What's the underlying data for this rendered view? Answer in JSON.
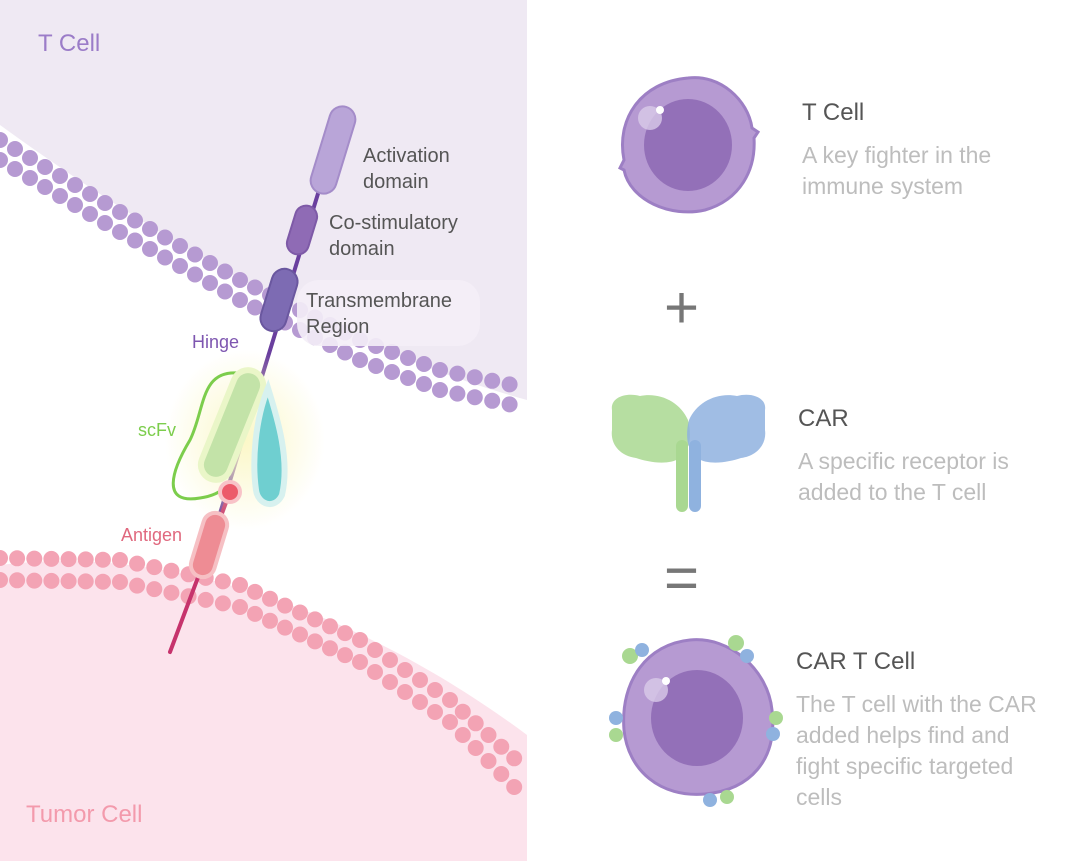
{
  "left": {
    "t_cell_label": "T Cell",
    "tumor_cell_label": "Tumor Cell",
    "activation_line1": "Activation",
    "activation_line2": "domain",
    "costim_line1": "Co-stimulatory",
    "costim_line2": "domain",
    "transmembrane_line1": "Transmembrane",
    "transmembrane_line2": "Region",
    "hinge": "Hinge",
    "scfv": "scFv",
    "antigen": "Antigen"
  },
  "right": {
    "items": [
      {
        "title": "T Cell",
        "desc": "A key fighter in the immune system"
      },
      {
        "title": "CAR",
        "desc": "A specific receptor is added to the T cell"
      },
      {
        "title": "CAR T Cell",
        "desc": "The T cell with the CAR added helps find and fight specific targeted cells"
      }
    ],
    "plus_symbol": "+",
    "equals_symbol": "="
  },
  "colors": {
    "t_cell_bg": "#efe9f3",
    "tumor_bg": "#fce3ec",
    "membrane_purple": "#b69ad2",
    "membrane_pink": "#f3a3b4",
    "cell_purple": "#a988cc",
    "cell_nucleus": "#8f6bb5",
    "scfv_green": "#8fcf5f",
    "scfv_teal": "#6fcfd0",
    "antigen_pink": "#ee8c94",
    "car_green": "#a9d891",
    "car_blue": "#8fb2df"
  }
}
